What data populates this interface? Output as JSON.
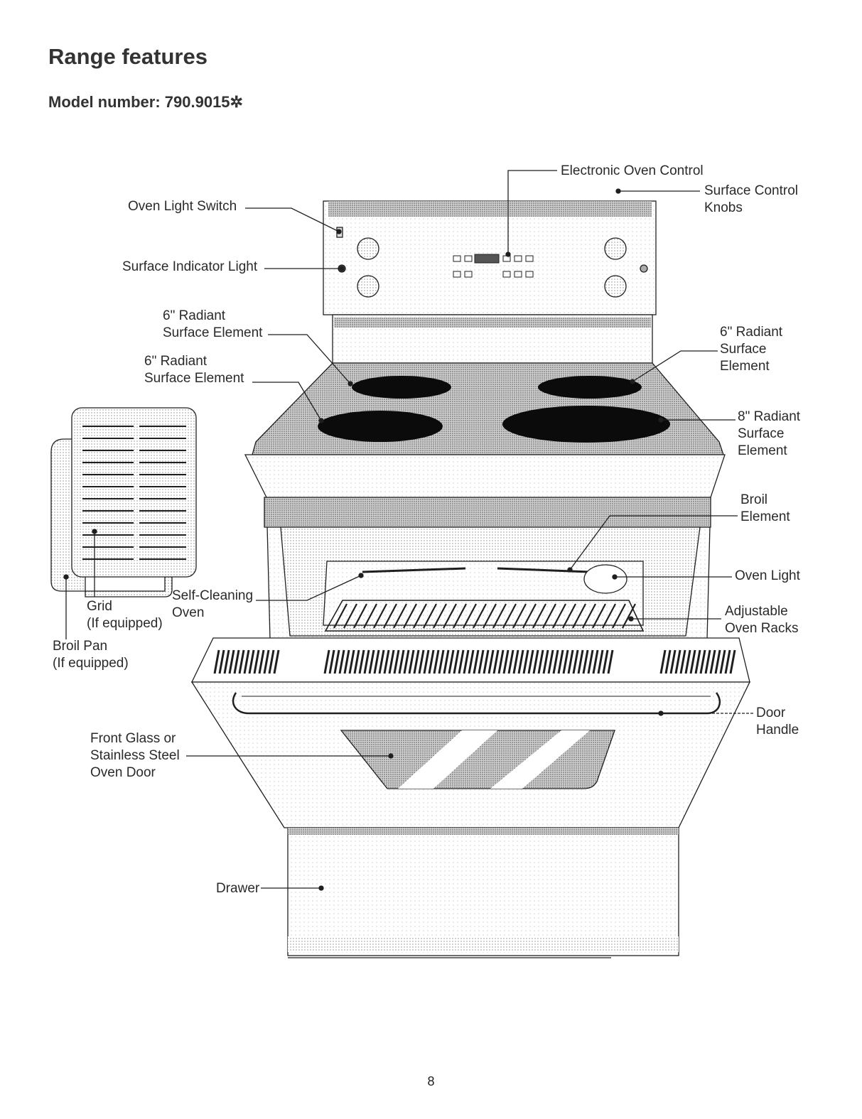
{
  "page": {
    "title": "Range features",
    "model_label": "Model number: 790.9015",
    "model_suffix": "✲",
    "page_number": "8"
  },
  "labels": {
    "electronic_oven_control": "Electronic Oven Control",
    "oven_light_switch": "Oven Light Switch",
    "surface_indicator_light": "Surface Indicator Light",
    "surface_control_knobs": "Surface Control\nKnobs",
    "radiant_element_rear_left": "6\" Radiant\nSurface Element",
    "radiant_element_front_left": "6\" Radiant\nSurface Element",
    "radiant_element_rear_right": "6\" Radiant\nSurface\nElement",
    "radiant_element_front_right": "8\" Radiant\nSurface\nElement",
    "broil_element": "Broil\nElement",
    "oven_light": "Oven Light",
    "adjustable_oven_racks": "Adjustable\nOven Racks",
    "self_cleaning_oven": "Self-Cleaning\nOven",
    "grid": "Grid\n(If equipped)",
    "broil_pan": "Broil Pan\n(If equipped)",
    "door_handle": "Door\nHandle",
    "front_glass_door": "Front Glass or\nStainless Steel\nOven Door",
    "drawer": "Drawer"
  },
  "colors": {
    "line": "#1f1f1f",
    "stipple": "#8a8a8a",
    "element": "#0b0b0b"
  }
}
